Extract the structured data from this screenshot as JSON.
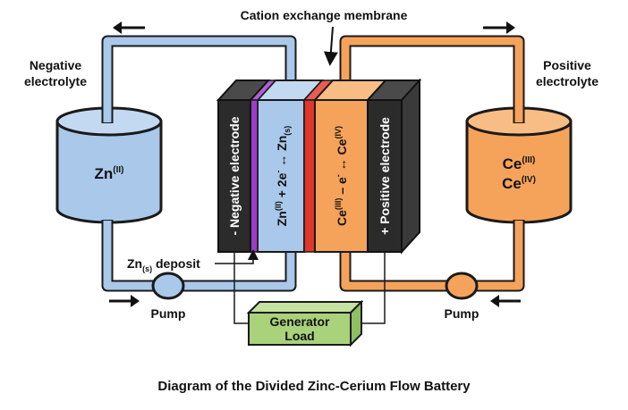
{
  "caption": "Diagram of the Divided Zinc-Cerium Flow Battery",
  "labels": {
    "membrane": "Cation exchange membrane",
    "negative_electrolyte_line1": "Negative",
    "negative_electrolyte_line2": "electrolyte",
    "positive_electrolyte_line1": "Positive",
    "positive_electrolyte_line2": "electrolyte",
    "negative_electrode": "- Negative electrode",
    "positive_electrode": "+ Positive electrode",
    "deposit_main": "Zn",
    "deposit_sub": "(s)",
    "deposit_rest": " deposit",
    "pump_left": "Pump",
    "pump_right": "Pump",
    "generator_line1": "Generator",
    "generator_line2": "Load"
  },
  "tank_left": {
    "species_main": "Zn",
    "species_sup": "(II)"
  },
  "tank_right": {
    "line1_main": "Ce",
    "line1_sup": "(III)",
    "line2_main": "Ce",
    "line2_sup": "(IV)"
  },
  "reaction_left": {
    "p1": "Zn",
    "s1": "(II)",
    "p2": " + 2e",
    "s2": "-",
    "p3": " ↔ Zn",
    "s3": "(s)"
  },
  "reaction_right": {
    "p1": "Ce",
    "s1": "(III)",
    "p2": " – e",
    "s2": "-",
    "p3": " ↔ Ce",
    "s3": "(IV)"
  },
  "colors": {
    "negative_fluid": "#a9c8ea",
    "positive_fluid": "#f5a35a",
    "electrode": "#2b2b2b",
    "membrane": "#e0372b",
    "zinc_deposit": "#9b3fc6",
    "generator": "#a9d27a"
  }
}
